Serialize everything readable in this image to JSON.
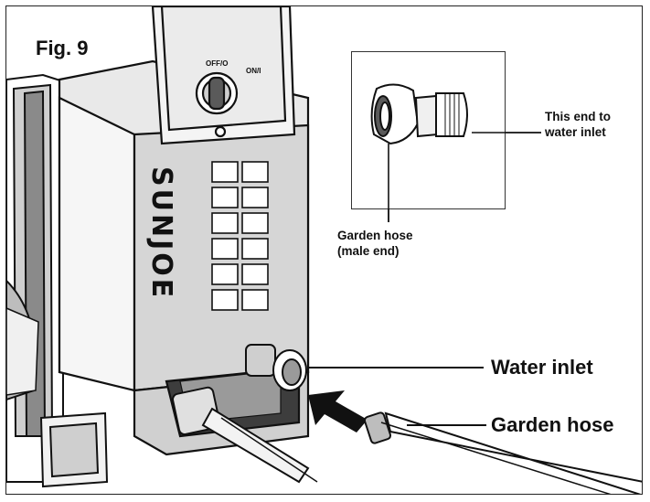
{
  "figure": {
    "title": "Fig. 9",
    "brand_logo": "SUNJOE",
    "dial_label_left": "OFF/O",
    "dial_label_right": "ON/I"
  },
  "inset": {
    "label_water_inlet_end": [
      "This end to",
      "water inlet"
    ],
    "label_garden_hose_end": [
      "Garden hose",
      "(male end)"
    ]
  },
  "callouts": {
    "water_inlet": "Water inlet",
    "garden_hose": "Garden hose"
  },
  "colors": {
    "line": "#111111",
    "body_gray": "#d9d9d9",
    "dark_gray": "#5a5a5a",
    "background": "#ffffff"
  }
}
